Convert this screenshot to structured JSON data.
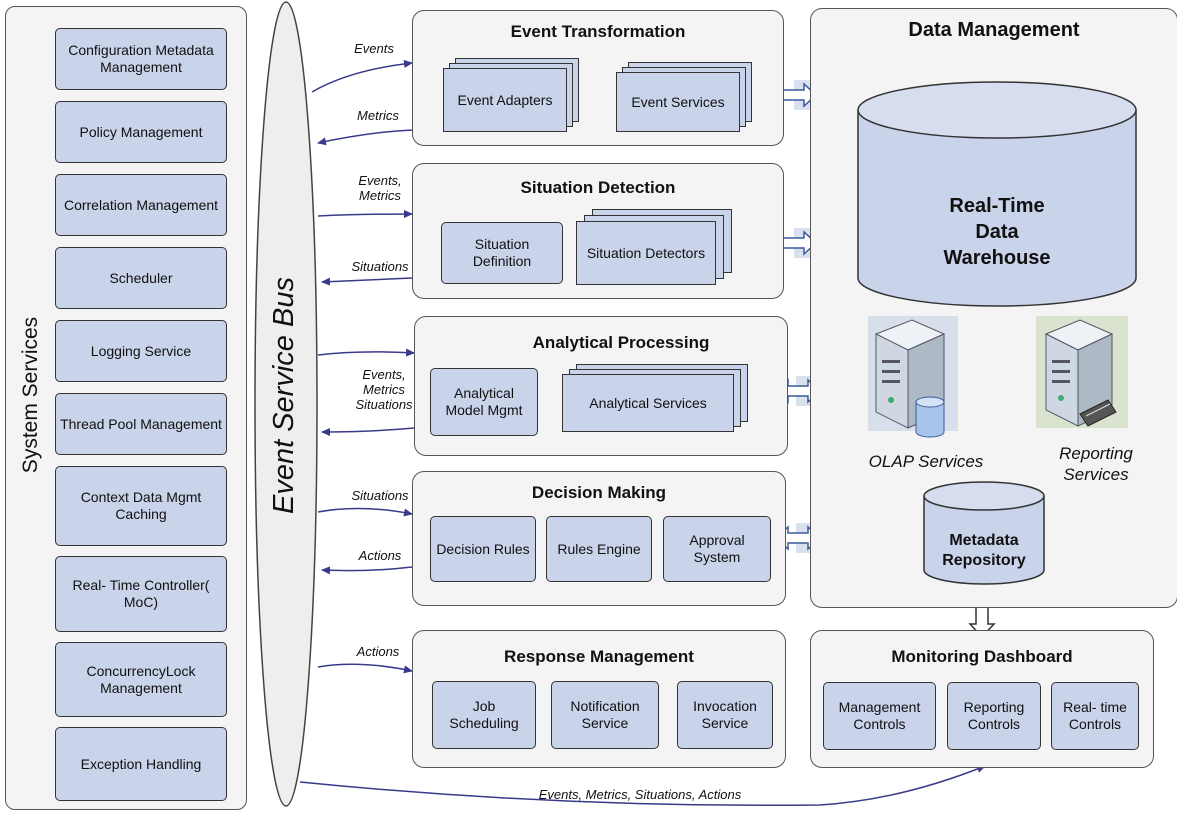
{
  "system_services": {
    "title": "System Services",
    "items": [
      "Configuration Metadata Management",
      "Policy Management",
      "Correlation Management",
      "Scheduler",
      "Logging Service",
      "Thread Pool Management",
      "Context Data Mgmt Caching",
      "Real- Time Controller( MoC)",
      "ConcurrencyLock Management",
      "Exception Handling"
    ]
  },
  "bus": {
    "title": "Event Service Bus"
  },
  "event_transformation": {
    "title": "Event  Transformation",
    "adapters": "Event Adapters",
    "services": "Event Services",
    "in_label": "Events",
    "out_label": "Metrics"
  },
  "situation_detection": {
    "title": "Situation Detection",
    "definition": "Situation Definition",
    "detectors": "Situation Detectors",
    "in_label": "Events, Metrics",
    "out_label": "Situations"
  },
  "analytical_processing": {
    "title": "Analytical Processing",
    "model": "Analytical Model Mgmt",
    "services": "Analytical Services",
    "in_label": "Events, Metrics Situations"
  },
  "decision_making": {
    "title": "Decision Making",
    "rules": "Decision Rules",
    "engine": "Rules Engine",
    "approval": "Approval System",
    "in_label": "Situations",
    "out_label": "Actions"
  },
  "response_management": {
    "title": "Response  Management",
    "job": "Job Scheduling",
    "notification": "Notification Service",
    "invocation": "Invocation Service",
    "in_label": "Actions"
  },
  "data_management": {
    "title": "Data Management",
    "warehouse": "Real-Time Data Warehouse",
    "olap": "OLAP Services",
    "reporting": "Reporting Services",
    "metadata": "Metadata Repository"
  },
  "monitoring_dashboard": {
    "title": "Monitoring Dashboard",
    "management": "Management Controls",
    "reporting": "Reporting Controls",
    "realtime": "Real- time Controls"
  },
  "bottom_label": "Events, Metrics, Situations, Actions",
  "colors": {
    "box_fill": "#c9d3ea",
    "panel_fill": "#f4f4f4",
    "arrow": "#3a3a8c",
    "cylinder": "#c9d3ea"
  }
}
